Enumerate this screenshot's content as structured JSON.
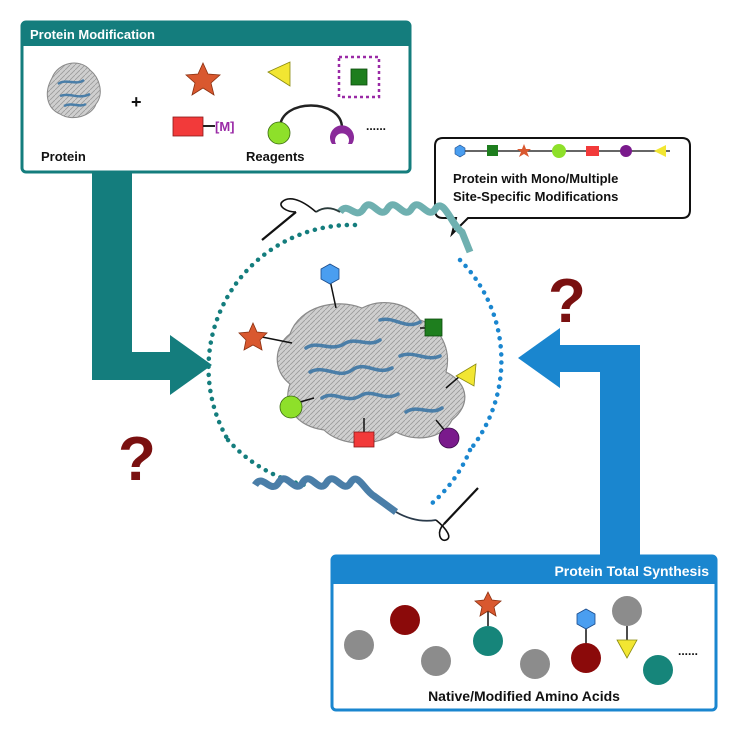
{
  "colors": {
    "teal": "#147d7d",
    "blue": "#1a86cf",
    "question_mark": "#7a1010",
    "star_orange": "#d9582f",
    "triangle_yellow": "#f2e632",
    "square_green": "#1e7e1e",
    "dashed_purple": "#9a2aa6",
    "rect_red": "#f23a3a",
    "circle_lime": "#8ee02a",
    "crescent_purple": "#8a2a9a",
    "hexagon_blue": "#4a9ef0",
    "circle_purple": "#7a1a8c",
    "amino_gray": "#8c8c8c",
    "amino_darkred": "#8b0a0a",
    "amino_teal": "#16857a",
    "protein_gray": "#b8b8b8",
    "helix_teal": "#6fb0b0",
    "helix_blue": "#4a7ea8"
  },
  "protein_modification": {
    "title": "Protein Modification",
    "protein_label": "Protein",
    "plus": "+",
    "reagents_label": "Reagents",
    "mass_tag": "[M]",
    "ellipsis": "......"
  },
  "callout": {
    "line1": "Protein with Mono/Multiple",
    "line2": "Site-Specific Modifications",
    "icons": [
      "hexagon-icon",
      "square-icon",
      "star-icon",
      "circle-icon",
      "rectangle-icon",
      "circle-icon",
      "triangle-icon"
    ]
  },
  "question_marks": [
    "?",
    "?"
  ],
  "total_synthesis": {
    "title": "Protein Total Synthesis",
    "label": "Native/Modified Amino Acids",
    "ellipsis": "......"
  }
}
